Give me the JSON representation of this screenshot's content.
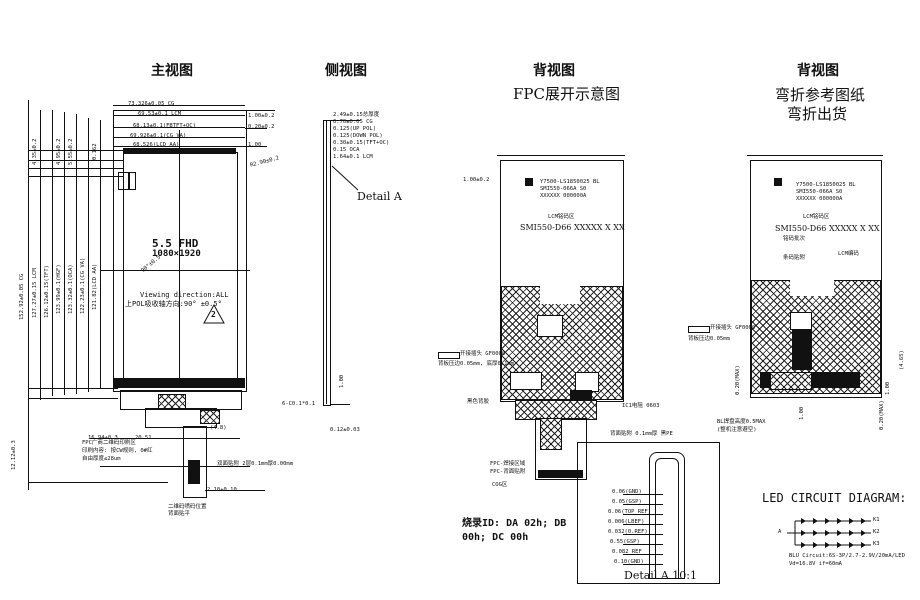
{
  "headers": {
    "main_view": "主视图",
    "side_view": "侧视图",
    "back_view_1": "背视图",
    "back_view_2": "背视图"
  },
  "subtitles": {
    "fpc_unfold": "FPC展开示意图",
    "bend_ref_1": "弯折参考图纸",
    "bend_ref_2": "弯折出货"
  },
  "main_drawing": {
    "top_dims": [
      "73.326±0.05 CG",
      "69.53±0.1 LCM",
      "68.13±0.1(FBTFT+OC)",
      "69.926±0.1(CG VA)",
      "68.526(LCD AA)"
    ],
    "right_dims": [
      "1.00±0.2",
      "0.20±0.2",
      "1.00",
      "R2.90±0.2"
    ],
    "left_vertical_dims": [
      "152.92±0.05 CG",
      "127.27±0.15 LCM",
      "126.12±0.15(TFT)",
      "123.99±0.1(HGF)",
      "123.32±0.1(OCA)",
      "122.23±0.1(CG VA)",
      "121.82(LCD AA)",
      "4.35±0.2",
      "4.95±0.2",
      "5.55±0.2",
      "0.162"
    ],
    "panel_size": "5.5 FHD",
    "panel_res": "1080×1920",
    "viewing_direction": "Viewing direction:ALL",
    "viewing_note": "上POL吸收轴方向:90° ±0.5°",
    "angle_label": "90°±0.5",
    "marker_label": "2",
    "labels_lower": [
      "FPC广商二维码印刷区",
      "印刷内容: 按CW规则, 0#红",
      "自由厚度≤28um",
      "双面贴附 2层0.1mm厚0.00mm",
      "二维码喷码位置",
      "背面贴平"
    ],
    "bottom_dims": [
      "16.94±0.3",
      "20.51",
      "(4.8)",
      "2.10±0.10",
      "6-C0.1*0.1",
      "0.12±0.03",
      "12.12±0.3"
    ]
  },
  "side_drawing": {
    "dims": [
      "2.49±0.15总厚度",
      "0.70±0.05 CG",
      "0.125(UP POL)",
      "0.125(DOWN POL)",
      "0.30±0.15(TFT+OC)",
      "0.15 OCA",
      "1.64±0.1 LCM"
    ],
    "detail_label": "Detail A",
    "bottom_dim": "1.00"
  },
  "back_drawing_1": {
    "top_dim": "1.00±0.2",
    "label_lines": [
      "Y7500-LS1850025 BL",
      "SMI550-066A S0",
      "XXXXXX 000000A"
    ],
    "center_small": "LCM铭码区",
    "center_code": "SMI550-D66 XXXXX  X XX",
    "left_note_1": "开接插头 GF0000",
    "left_note_2": "背板压边0.05mm, 底厚0.1mm",
    "bottom_notes": [
      "黑色背胶",
      "FPC-焊接区域",
      "FPC-背面贴附",
      "COG区"
    ],
    "right_notes": [
      "IC1电阻 0603",
      "背面贴附 0.1mm厚 黑PE"
    ],
    "id_text_1": "烧录ID: DA 02h; DB",
    "id_text_2": "00h; DC 00h"
  },
  "detail_view": {
    "dims": [
      "0.06(GND)",
      "0.05(GSP)",
      "0.06(TOP REF)",
      "0.006(LBEF)",
      "0.032(0.REF)",
      "0.55(GSP)",
      "0.082 REF",
      "0.10(GND)"
    ],
    "caption": "Detail A 10:1"
  },
  "back_drawing_2": {
    "label_lines": [
      "Y7500-LS1850025 BL",
      "SMI550-066A S0",
      "XXXXXX 000000A"
    ],
    "center_small": "LCM铭码区",
    "center_code": "SMI550-D66 XXXXX  X XX",
    "sub_labels": [
      "铭码批次",
      "条码贴附",
      "LCM编码"
    ],
    "left_note_1": "开接插头 GF0000",
    "left_note_2": "背板压边0.05mm",
    "bottom_note_1": "BL焊盘高度0.5MAX",
    "bottom_note_2": "(整机注意避空)",
    "vertical_dims": [
      "0.20(MAX)",
      "1.00",
      "0.20(MAX)",
      "1.00",
      "(4.65)"
    ]
  },
  "led_diagram": {
    "title": "LED CIRCUIT DIAGRAM:",
    "anode": "A",
    "cathodes": [
      "K1",
      "K2",
      "K3"
    ],
    "note_1": "BLU Circuit:6S-3P/2.7-2.9V/20mA/LED",
    "note_2": "Vd=16.8V  if=60mA"
  }
}
